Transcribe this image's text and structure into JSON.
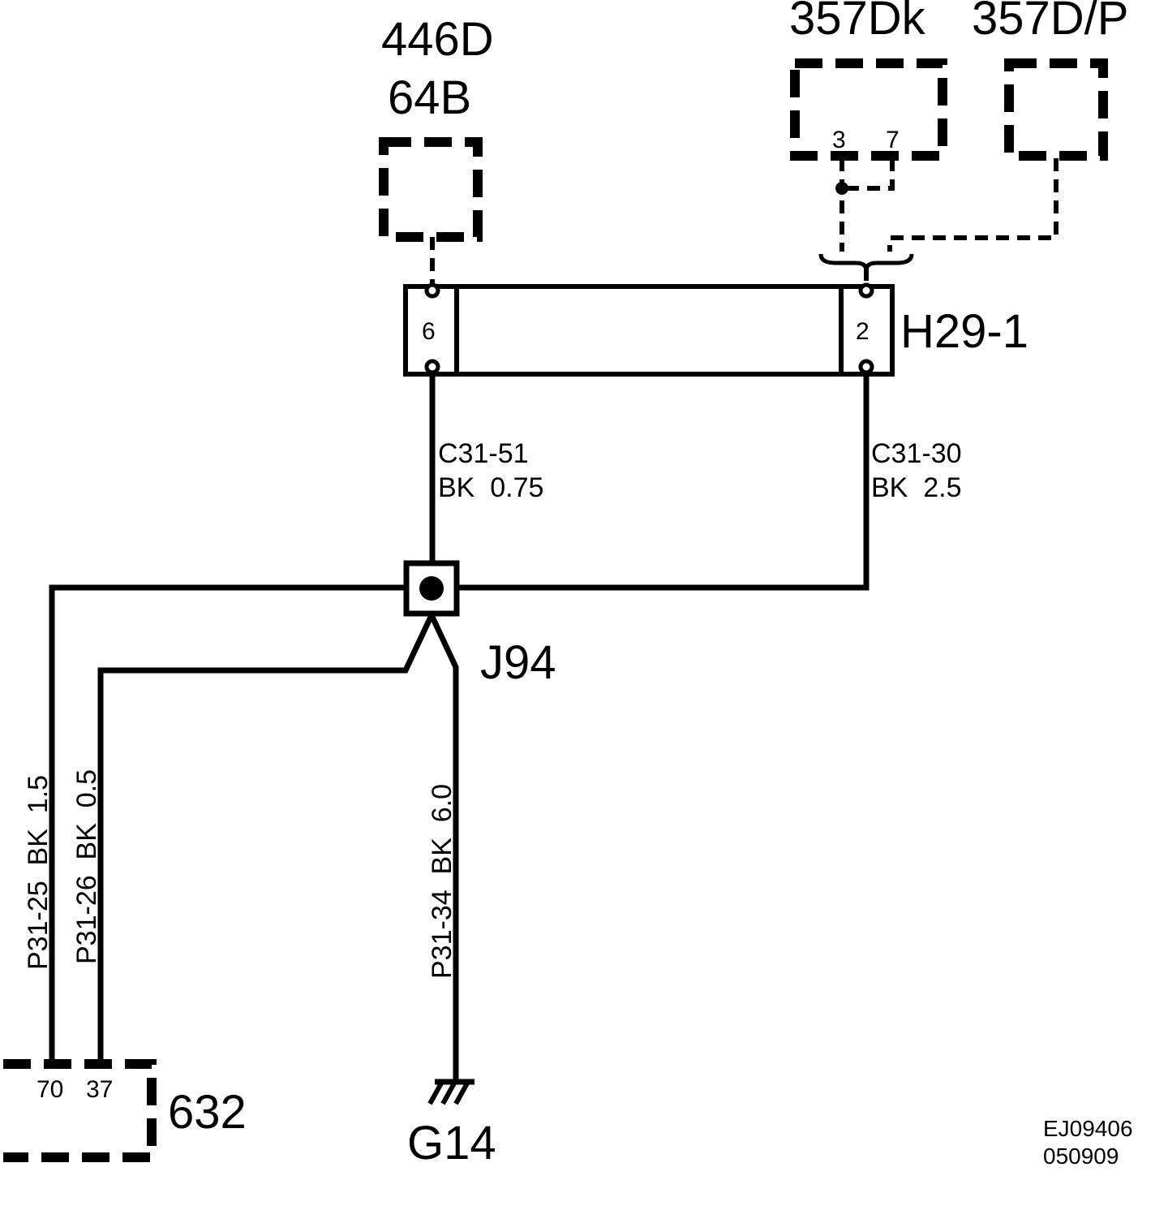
{
  "components": {
    "comp_446d": {
      "label_line1": "446D",
      "label_line2": "64B"
    },
    "comp_357dk": {
      "label": "357Dk",
      "pin_a": "3",
      "pin_b": "7"
    },
    "comp_357dp": {
      "label": "357D/P"
    },
    "connector_h29": {
      "label": "H29-1",
      "pin_left": "6",
      "pin_right": "2"
    },
    "splice_j94": {
      "label": "J94"
    },
    "comp_632": {
      "label": "632",
      "pin_a": "70",
      "pin_b": "37"
    },
    "ground_g14": {
      "label": "G14"
    }
  },
  "wires": {
    "c31_51": {
      "line1": "C31-51",
      "line2": "BK  0.75"
    },
    "c31_30": {
      "line1": "C31-30",
      "line2": "BK  2.5"
    },
    "p31_25": {
      "label": "P31-25  BK  1.5"
    },
    "p31_26": {
      "label": "P31-26  BK  0.5"
    },
    "p31_34": {
      "label": "P31-34  BK  6.0"
    }
  },
  "footer": {
    "code_line1": "EJ09406",
    "code_line2": "050909"
  }
}
